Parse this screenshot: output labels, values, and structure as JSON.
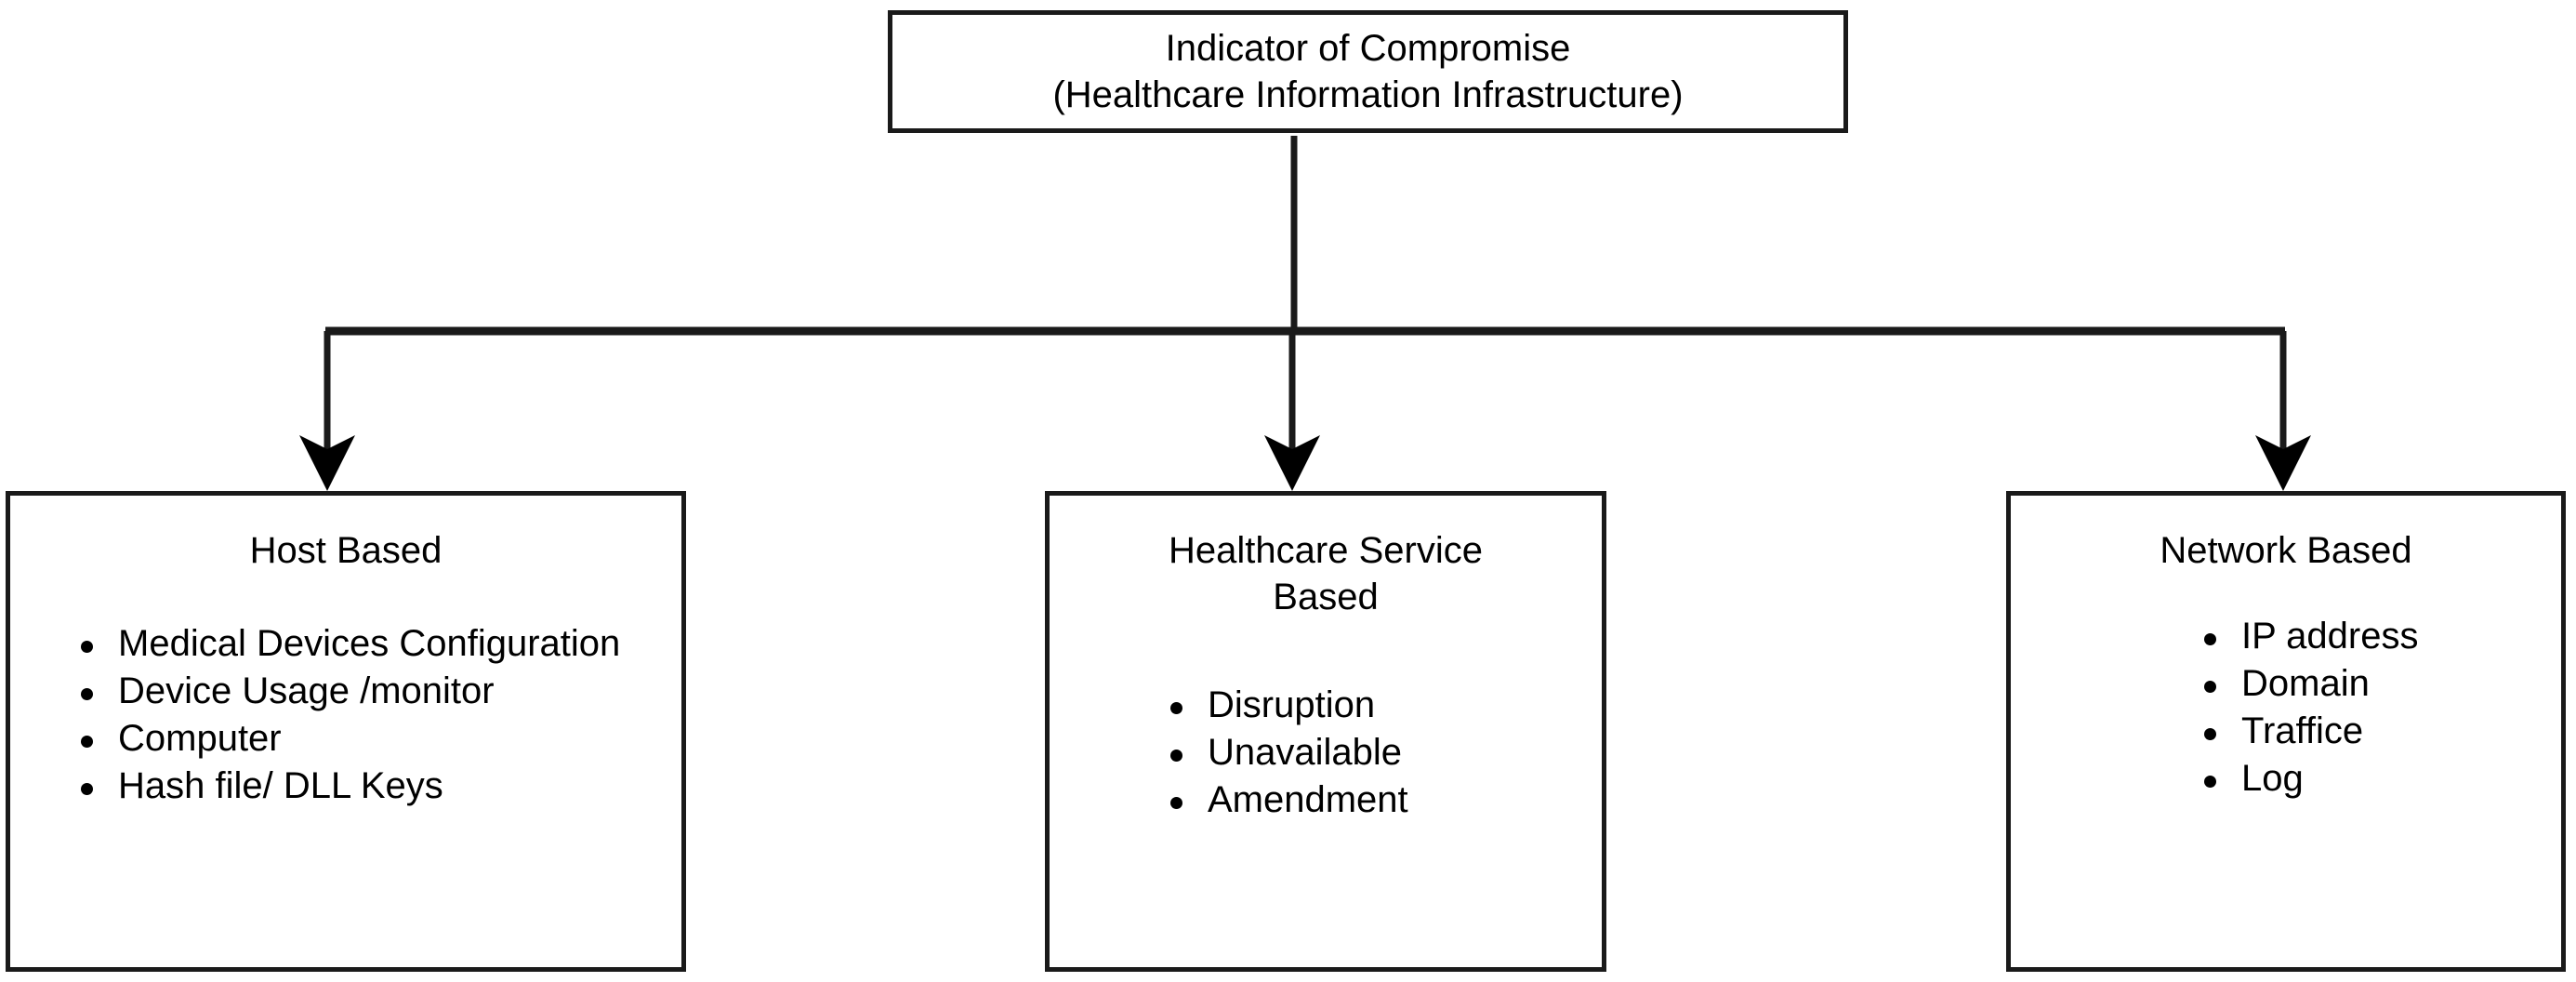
{
  "diagram": {
    "type": "hierarchy-tree",
    "orientation": "top-down",
    "stroke_color": "#1a1a1a",
    "background_color": "#ffffff",
    "root": {
      "title_lines": [
        "Indicator of Compromise",
        "(Healthcare Information Infrastructure)"
      ]
    },
    "children": [
      {
        "id": "host-based",
        "heading": "Host Based",
        "items": [
          "Medical Devices Configuration",
          "Device Usage /monitor",
          "Computer",
          "Hash file/ DLL Keys"
        ]
      },
      {
        "id": "healthcare-service-based",
        "heading_lines": [
          "Healthcare Service",
          "Based"
        ],
        "heading": "Healthcare Service Based",
        "items": [
          "Disruption",
          "Unavailable",
          "Amendment"
        ]
      },
      {
        "id": "network-based",
        "heading": "Network Based",
        "items": [
          "IP address",
          "Domain",
          "Traffice",
          "Log"
        ]
      }
    ]
  }
}
